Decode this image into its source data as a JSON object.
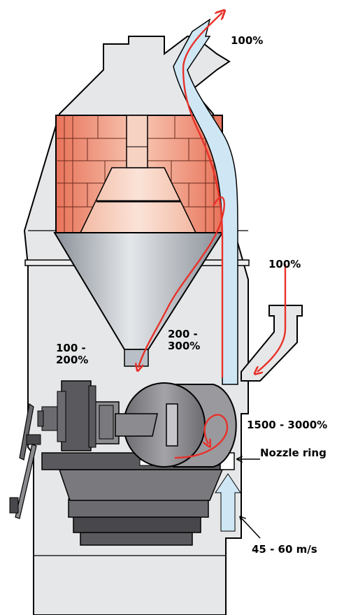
{
  "labels": {
    "top_flow": "100%",
    "side_flow": "100%",
    "internal_recirc": "200 -\n300%",
    "return_flow": "100 -\n200%",
    "grinding_zone": "1500 - 3000%",
    "nozzle_ring": "Nozzle ring",
    "gas_velocity": "45 - 60 m/s"
  },
  "colors": {
    "housing_fill": "#e6e7e8",
    "outline": "#000000",
    "brick_fill": "#f0a080",
    "cone_fill": "#b9bfc6",
    "machine_dark": "#5a5a5e",
    "machine_mid": "#8c8c90",
    "gas_channel": "#cfe7f5",
    "flow_arrow": "#e8312a"
  }
}
